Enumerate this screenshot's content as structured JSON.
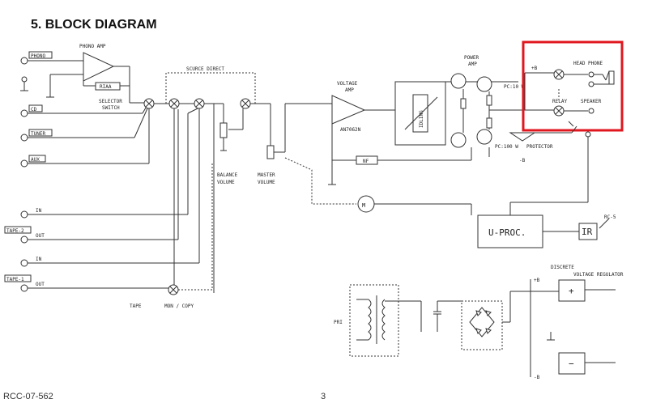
{
  "heading": "5.  BLOCK DIAGRAM",
  "inputs": {
    "phono": "PHONO",
    "cd": "CD",
    "tuner": "TUNER",
    "aux": "AUX",
    "tape2": "TAPE-2",
    "tape1": "TAPE-1",
    "in": "IN",
    "out": "OUT"
  },
  "blocks": {
    "phono_amp": "PHONO AMP",
    "riaa": "RIAA",
    "selector_switch": [
      "SELECTOR",
      "SWITCH"
    ],
    "source_direct": "SCURCE DIRECT",
    "balance_volume": [
      "BALANCE",
      "VOLUME"
    ],
    "master_volume": [
      "MASTER",
      "VOLUME"
    ],
    "voltage_amp": [
      "VOLTAGE",
      "AMP"
    ],
    "voltage_amp_ic": "AN7062N",
    "power_amp": [
      "POWER",
      "AMP"
    ],
    "idling": "IDLING",
    "pc_top": "PC:10 W",
    "pc_bottom": "PC:100 W",
    "plus_b": "+B",
    "minus_b": "-B",
    "nf": "NF",
    "head_phone": "HEAD PHONE",
    "relay": "RELAY",
    "speaker": "SPEAKER",
    "protector": "PROTECTOR",
    "motor": "M",
    "uproc": "U-PROC.",
    "ir": "IR",
    "rc": "RC-5",
    "tape": "TAPE",
    "mon_copy": "MON / COPY",
    "pri": "PRI",
    "discrete_regulator": [
      "DISCRETE",
      "VOLTAGE  REGULATOR"
    ],
    "reg_plus": "+",
    "reg_minus": "−"
  },
  "footer": {
    "doc_code": "RCC-07-562",
    "page_number": "3"
  },
  "highlight": {
    "color": "#e0171f",
    "target": "HEAD PHONE / RELAY / SPEAKER output section"
  }
}
